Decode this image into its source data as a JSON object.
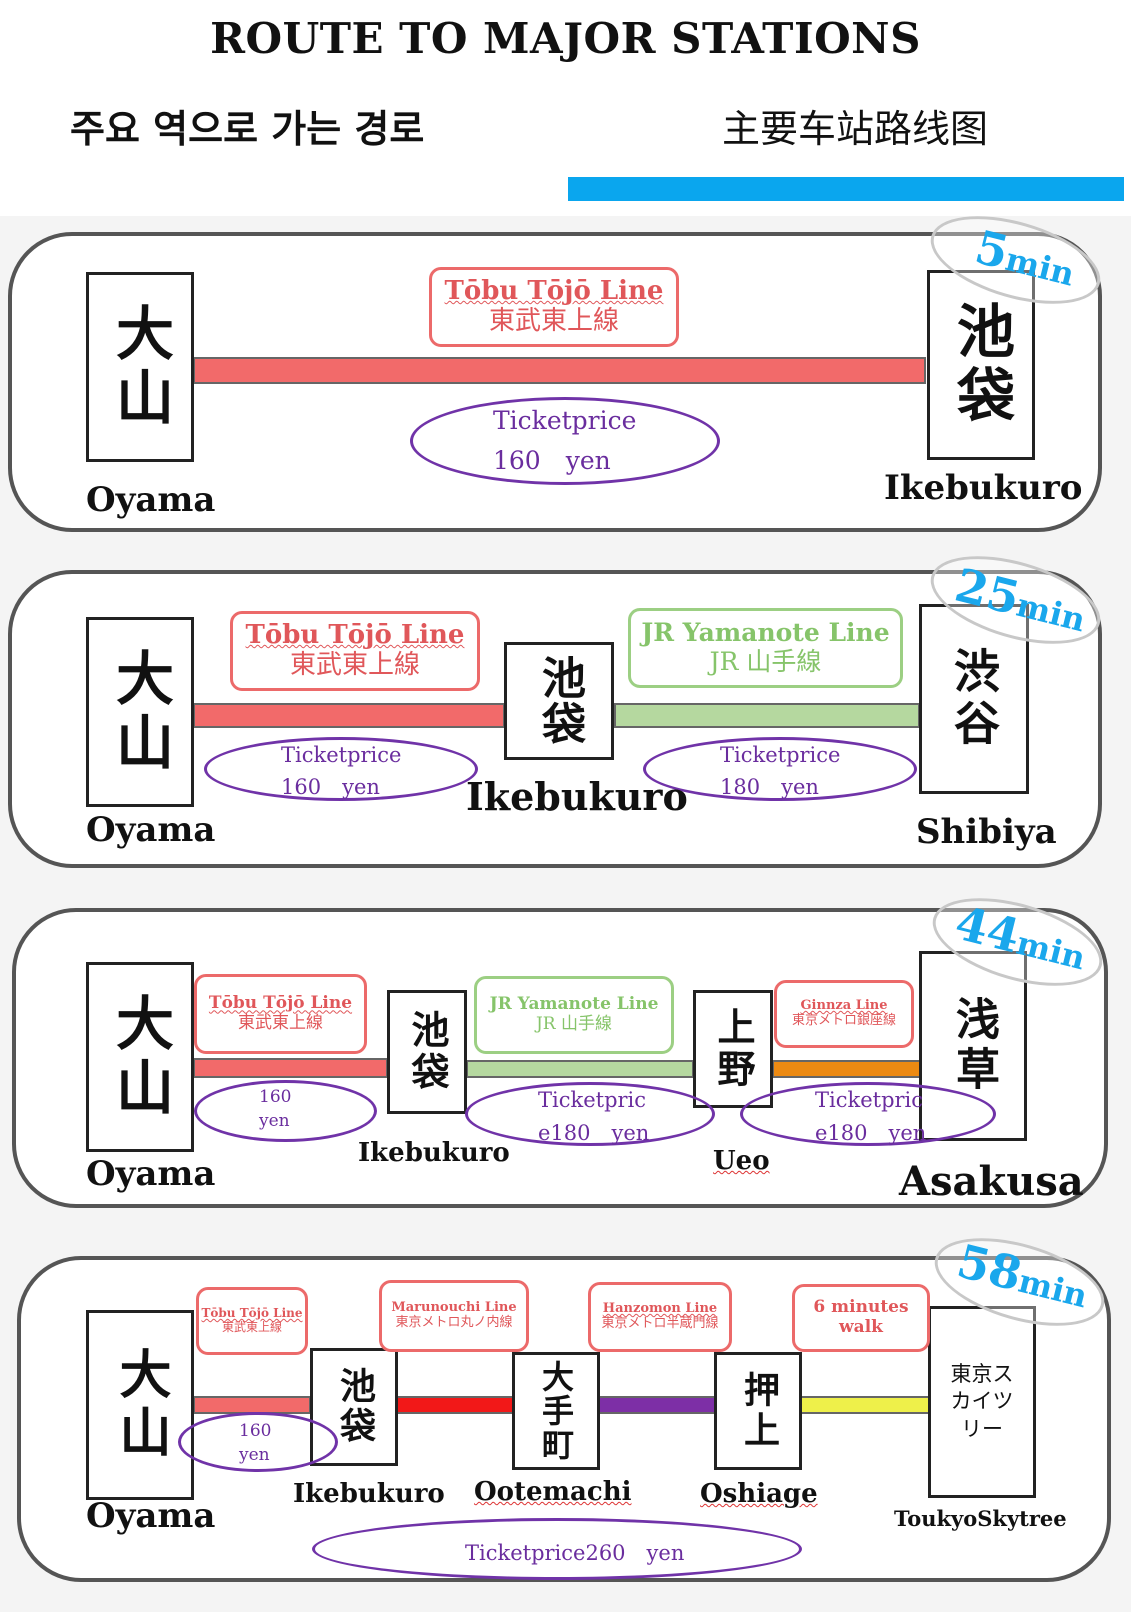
{
  "header": {
    "title": "ROUTE TO MAJOR STATIONS",
    "subtitle_ko": "주요 역으로 가는 경로",
    "subtitle_zh": "主要车站路线图",
    "accent_color": "#0aa6ee"
  },
  "routes": [
    {
      "time_num": "5",
      "time_unit": "min",
      "stations": [
        {
          "kanji": "大山",
          "name": "Oyama"
        },
        {
          "kanji": "池袋",
          "name": "Ikebukuro"
        }
      ],
      "segments": [
        {
          "line_en": "Tōbu Tōjō Line",
          "line_jp": "東武東上線",
          "color": "#f26a6a",
          "ticket_label": "Ticketprice",
          "ticket_value": "160　yen"
        }
      ]
    },
    {
      "time_num": "25",
      "time_unit": "min",
      "stations": [
        {
          "kanji": "大山",
          "name": "Oyama"
        },
        {
          "kanji": "池袋",
          "name": "Ikebukuro"
        },
        {
          "kanji": "渋谷",
          "name": "Shibiya"
        }
      ],
      "segments": [
        {
          "line_en": "Tōbu Tōjō Line",
          "line_jp": "東武東上線",
          "color": "#f26a6a",
          "ticket_label": "Ticketprice",
          "ticket_value": "160　yen"
        },
        {
          "line_en": "JR Yamanote Line",
          "line_jp": "JR 山手線",
          "color": "#b5d89f",
          "ticket_label": "Ticketprice",
          "ticket_value": "180　yen"
        }
      ]
    },
    {
      "time_num": "44",
      "time_unit": "min",
      "stations": [
        {
          "kanji": "大山",
          "name": "Oyama"
        },
        {
          "kanji": "池袋",
          "name": "Ikebukuro"
        },
        {
          "kanji": "上野",
          "name": "Ueo"
        },
        {
          "kanji": "浅草",
          "name": "Asakusa"
        }
      ],
      "segments": [
        {
          "line_en": "Tōbu Tōjō Line",
          "line_jp": "東武東上線",
          "color": "#f26a6a",
          "ticket_label": "160",
          "ticket_value": "yen"
        },
        {
          "line_en": "JR Yamanote Line",
          "line_jp": "JR 山手線",
          "color": "#b5d89f",
          "ticket_label": "Ticketpric",
          "ticket_value": "e180　yen"
        },
        {
          "line_en": "Ginnza Line",
          "line_jp": "東京メトロ銀座線",
          "color": "#ec8a12",
          "ticket_label": "Ticketpric",
          "ticket_value": "e180　yen"
        }
      ]
    },
    {
      "time_num": "58",
      "time_unit": "min",
      "stations": [
        {
          "kanji": "大山",
          "name": "Oyama"
        },
        {
          "kanji": "池袋",
          "name": "Ikebukuro"
        },
        {
          "kanji": "大手町",
          "name": "Ootemachi"
        },
        {
          "kanji": "押上",
          "name": "Oshiage"
        },
        {
          "kanji": "東京スカイツリー",
          "name": "ToukyoSkytree"
        }
      ],
      "segments": [
        {
          "line_en": "Tōbu Tōjō Line",
          "line_jp": "東武東上線",
          "color": "#f26a6a",
          "ticket_label": "160",
          "ticket_value": "yen"
        },
        {
          "line_en": "Marunouchi Line",
          "line_jp": "東京メトロ丸ノ内線",
          "color": "#f21818"
        },
        {
          "line_en": "Hanzomon Line",
          "line_jp": "東京メトロ半蔵門線",
          "color": "#7d2fa6"
        },
        {
          "line_en": "6 minutes",
          "line_jp": "walk",
          "color": "#eef04a"
        }
      ],
      "total_ticket": "Ticketprice260　yen"
    }
  ]
}
